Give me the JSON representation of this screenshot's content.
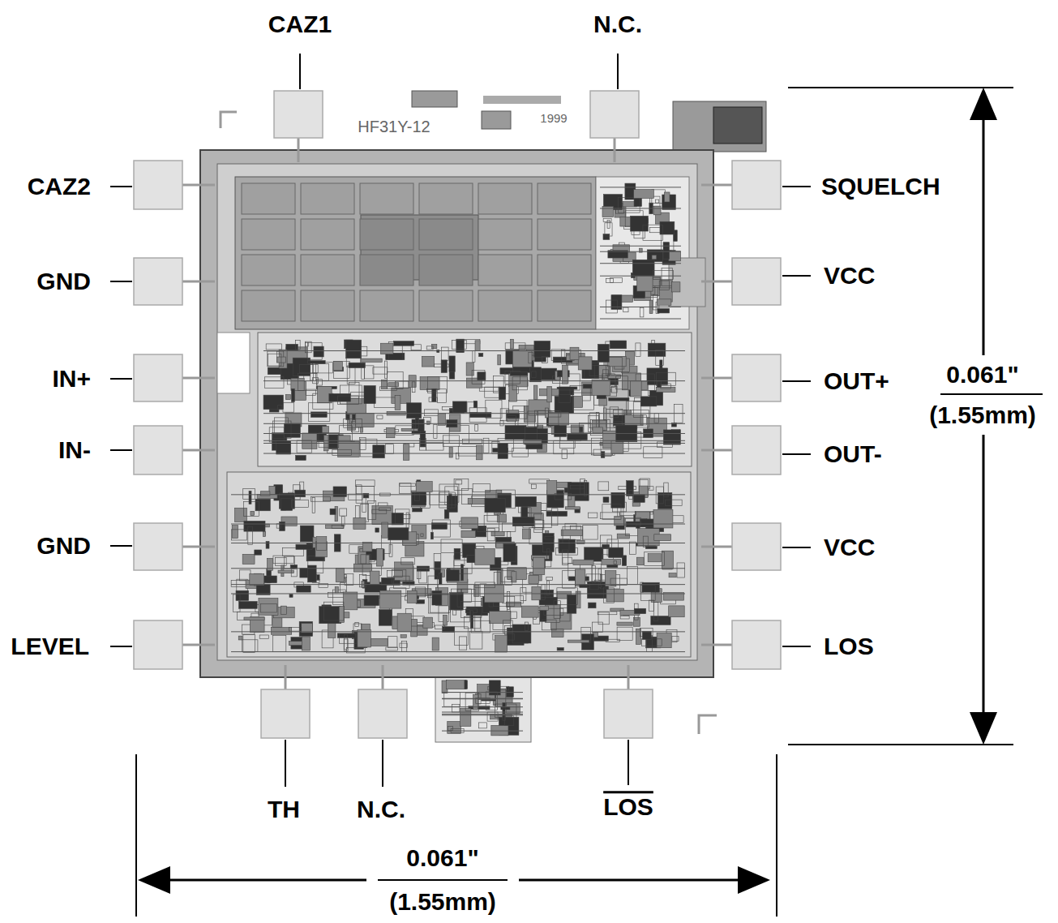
{
  "diagram": {
    "labels": [
      "CAZ1",
      "N.C.",
      "HF31Y-12",
      "1999",
      "CAZ2",
      "SQUELCH",
      "GND",
      "VCC",
      "IN+",
      "OUT+",
      "IN-",
      "OUT-",
      "GND",
      "VCC",
      "LEVEL",
      "LOS",
      "TH",
      "N.C.",
      "LOS",
      "0.061\"",
      "(1.55mm)",
      "0.061\"",
      "(1.55mm)"
    ]
  }
}
